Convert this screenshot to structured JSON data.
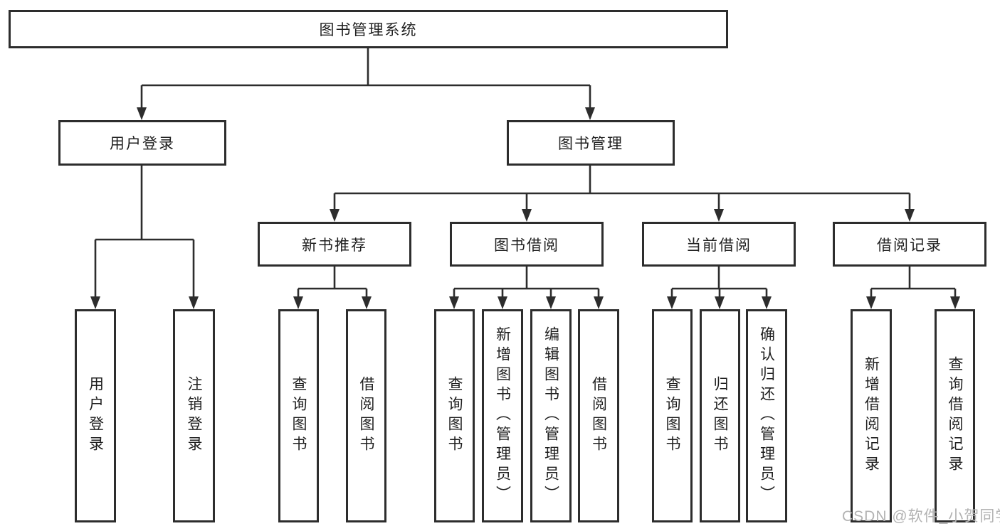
{
  "nodes": {
    "root": "图书管理系统",
    "user_login": "用户登录",
    "book_mgmt": "图书管理",
    "new_book_rec": "新书推荐",
    "book_borrow": "图书借阅",
    "current_borrow": "当前借阅",
    "borrow_record": "借阅记录",
    "leaf_user_login": "用户登录",
    "leaf_logout": "注销登录",
    "leaf_rec_query": "查询图书",
    "leaf_rec_borrow": "借阅图书",
    "leaf_bb_query": "查询图书",
    "leaf_bb_add": "新增图书（管理员）",
    "leaf_bb_edit": "编辑图书（管理员）",
    "leaf_bb_borrow": "借阅图书",
    "leaf_cb_query": "查询图书",
    "leaf_cb_return": "归还图书",
    "leaf_cb_confirm": "确认归还（管理员）",
    "leaf_br_add": "新增借阅记录",
    "leaf_br_query": "查询借阅记录"
  },
  "hierarchy": [
    {
      "parent": "图书管理系统",
      "children": [
        "用户登录",
        "图书管理"
      ]
    },
    {
      "parent": "用户登录",
      "children": [
        "用户登录",
        "注销登录"
      ]
    },
    {
      "parent": "图书管理",
      "children": [
        "新书推荐",
        "图书借阅",
        "当前借阅",
        "借阅记录"
      ]
    },
    {
      "parent": "新书推荐",
      "children": [
        "查询图书",
        "借阅图书"
      ]
    },
    {
      "parent": "图书借阅",
      "children": [
        "查询图书",
        "新增图书（管理员）",
        "编辑图书（管理员）",
        "借阅图书"
      ]
    },
    {
      "parent": "当前借阅",
      "children": [
        "查询图书",
        "归还图书",
        "确认归还（管理员）"
      ]
    },
    {
      "parent": "借阅记录",
      "children": [
        "新增借阅记录",
        "查询借阅记录"
      ]
    }
  ],
  "watermark": "CSDN @软件_小贺同学",
  "colors": {
    "line": "#2d2d2d",
    "text": "#1f1f1f",
    "watermark": "#b3b3b3",
    "background": "#ffffff"
  }
}
